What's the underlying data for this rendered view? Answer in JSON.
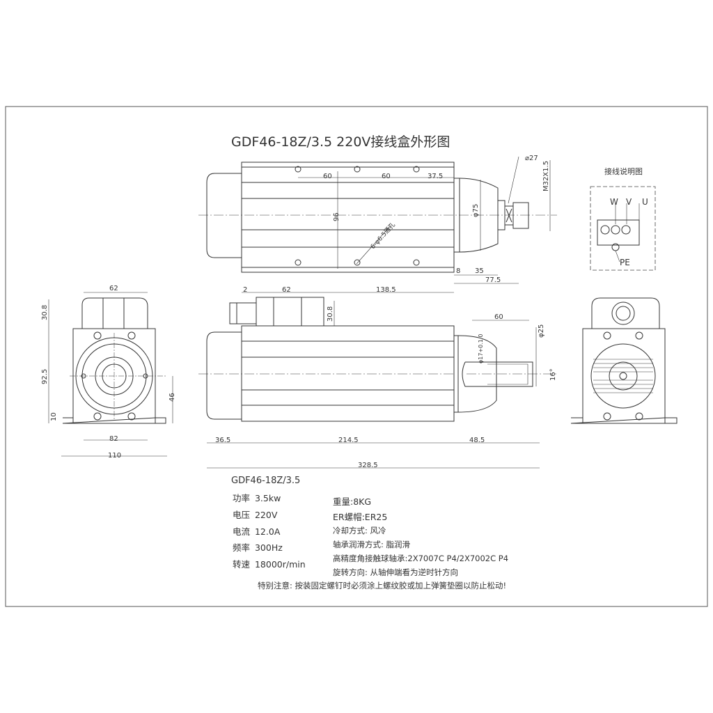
{
  "drawing": {
    "title": "GDF46-18Z/3.5 220V接线盒外形图",
    "wiring_diagram_title": "接线说明图",
    "terminals": [
      "W",
      "V",
      "U",
      "PE"
    ]
  },
  "dimensions": {
    "top_view": {
      "hole_pitch_1": "60",
      "hole_pitch_2": "60",
      "hole_offset": "37.5",
      "height": "96",
      "holes": "6-φ6.5通孔",
      "hex": "⌀27",
      "thread": "M32X1.5",
      "flange_dia": "φ75",
      "flange_len": "8",
      "nose_len": "35",
      "nose_total": "77.5"
    },
    "front_view": {
      "gland_offset": "2",
      "box_width": "62",
      "box_to_end": "138.5",
      "box_height": "30.8",
      "shaft_len": "60",
      "shaft_dia": "φ25",
      "shaft_bore": "φ17+0.1 0",
      "taper": "16°",
      "rear_len": "36.5",
      "body_len": "214.5",
      "front_len": "48.5",
      "overall_len": "328.5"
    },
    "end_view": {
      "box_width": "62",
      "box_height": "30.8",
      "body_height": "92.5",
      "center_height": "46",
      "base_thickness": "10",
      "hole_spacing": "82",
      "base_width": "110"
    }
  },
  "specs": {
    "model": "GDF46-18Z/3.5",
    "power": {
      "label": "功率",
      "value": "3.5kw"
    },
    "voltage": {
      "label": "电压",
      "value": "220V"
    },
    "current": {
      "label": "电流",
      "value": "12.0A"
    },
    "frequency": {
      "label": "频率",
      "value": "300Hz"
    },
    "speed": {
      "label": "转速",
      "value": "18000r/min"
    },
    "weight": "重量:8KG",
    "collet": "ER螺帽:ER25",
    "cooling": "冷却方式: 风冷",
    "lubrication": "轴承润滑方式: 脂润滑",
    "bearings": "高精度角接触球轴承:2X7007C P4/2X7002C P4",
    "rotation": "旋转方向: 从轴伸端看为逆时针方向",
    "note": "特别注意: 按装固定螺钉时必须涂上螺纹胶或加上弹簧垫圈以防止松动!"
  }
}
